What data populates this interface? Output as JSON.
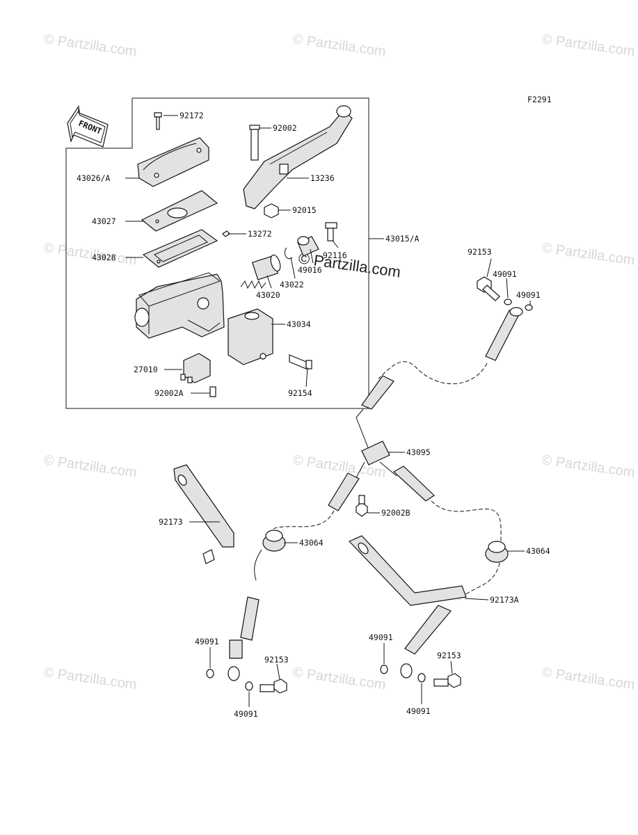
{
  "figure_code": "F2291",
  "front_arrow_label": "FRONT",
  "watermark_text": "© Partzilla.com",
  "callouts": [
    {
      "id": "c92172",
      "text": "92172"
    },
    {
      "id": "c92002",
      "text": "92002"
    },
    {
      "id": "c43026",
      "text": "43026/A"
    },
    {
      "id": "c13236",
      "text": "13236"
    },
    {
      "id": "c92015",
      "text": "92015"
    },
    {
      "id": "c43027",
      "text": "43027"
    },
    {
      "id": "c13272",
      "text": "13272"
    },
    {
      "id": "c43015",
      "text": "43015/A"
    },
    {
      "id": "c43028",
      "text": "43028"
    },
    {
      "id": "c92116",
      "text": "92116"
    },
    {
      "id": "c49016",
      "text": "49016"
    },
    {
      "id": "c43022",
      "text": "43022"
    },
    {
      "id": "c43020",
      "text": "43020"
    },
    {
      "id": "c43034",
      "text": "43034"
    },
    {
      "id": "c27010",
      "text": "27010"
    },
    {
      "id": "c92154",
      "text": "92154"
    },
    {
      "id": "c92002A",
      "text": "92002A"
    },
    {
      "id": "c92153a",
      "text": "92153"
    },
    {
      "id": "c49091a",
      "text": "49091"
    },
    {
      "id": "c49091b",
      "text": "49091"
    },
    {
      "id": "c43095",
      "text": "43095"
    },
    {
      "id": "c92002B",
      "text": "92002B"
    },
    {
      "id": "c92173",
      "text": "92173"
    },
    {
      "id": "c43064a",
      "text": "43064"
    },
    {
      "id": "c43064b",
      "text": "43064"
    },
    {
      "id": "c92173A",
      "text": "92173A"
    },
    {
      "id": "c49091c",
      "text": "49091"
    },
    {
      "id": "c92153b",
      "text": "92153"
    },
    {
      "id": "c49091d",
      "text": "49091"
    },
    {
      "id": "c49091e",
      "text": "49091"
    },
    {
      "id": "c92153c",
      "text": "92153"
    },
    {
      "id": "c49091f",
      "text": "49091"
    }
  ],
  "colors": {
    "ink": "#111111",
    "watermark": "#d7d7d7",
    "fill": "#e2e2e2"
  }
}
